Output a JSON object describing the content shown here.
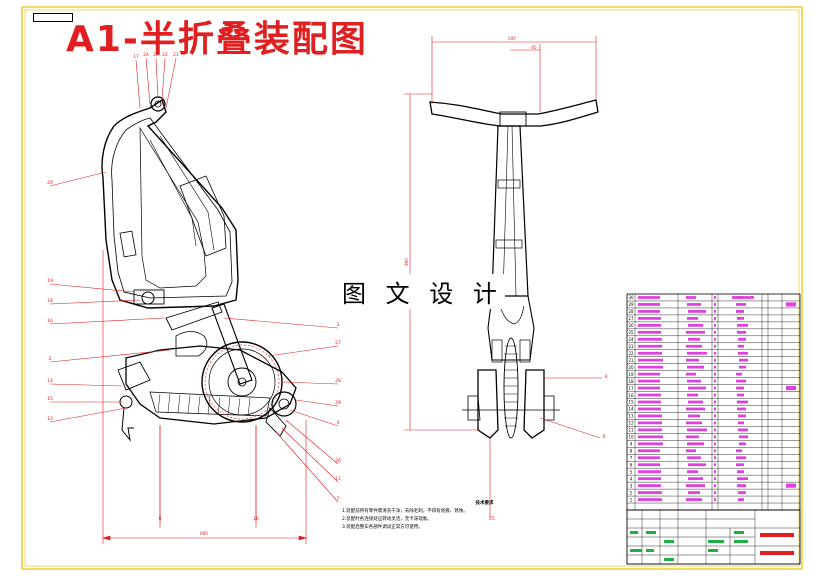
{
  "drawing": {
    "title": "A1-半折叠装配图",
    "watermark": "图 文 设 计",
    "stamp_text": "",
    "notes": {
      "heading": "技术要求",
      "lines": [
        "1.装配前所有零件需清洗干净，去除毛刺，不得有划痕、锈蚀。",
        "2.装配时各连接处应转动灵活，无卡滞现象。",
        "3.装配后整车各部件调试正常方可使用。"
      ]
    },
    "side_view_balloons": [
      "17",
      "24",
      "23",
      "22",
      "21",
      "20",
      "19",
      "18",
      "16",
      "2",
      "14",
      "15",
      "13",
      "3",
      "27",
      "28",
      "29",
      "4",
      "26",
      "11",
      "7",
      "6",
      "16"
    ],
    "front_view_balloons": [
      "4",
      "6",
      "25"
    ],
    "dimensions": {
      "side_width": "800",
      "front_width": "500",
      "front_handle": "65",
      "front_height": "960"
    },
    "bom": {
      "row_numbers": [
        "30",
        "29",
        "28",
        "27",
        "26",
        "25",
        "24",
        "23",
        "22",
        "21",
        "20",
        "19",
        "18",
        "17",
        "16",
        "15",
        "14",
        "13",
        "12",
        "11",
        "10",
        "9",
        "8",
        "7",
        "6",
        "5",
        "4",
        "3",
        "2",
        "1"
      ]
    },
    "colors": {
      "frame": "#e8c000",
      "line": "#000000",
      "dim": "#e02020",
      "bom": "#e040e0",
      "title": "#e02020"
    }
  }
}
